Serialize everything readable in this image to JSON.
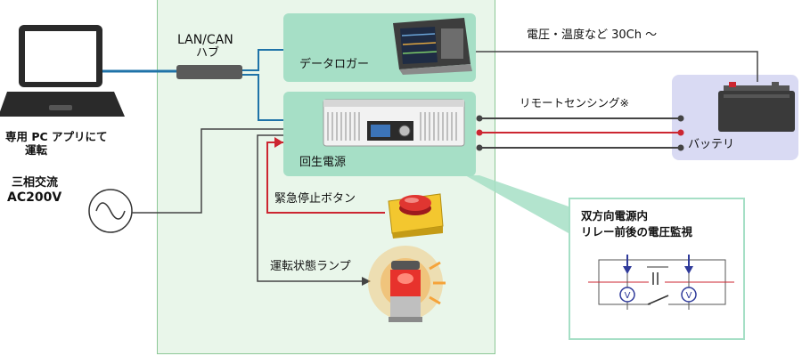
{
  "pc": {
    "label_line1": "専用 PC アプリにて",
    "label_line2": "運転"
  },
  "ac_source": {
    "label_line1": "三相交流",
    "label_line2": "AC200V"
  },
  "hub": {
    "label_line1": "LAN/CAN",
    "label_line2": "ハブ"
  },
  "data_logger": {
    "label": "データロガー"
  },
  "regen_supply": {
    "label": "回生電源"
  },
  "emergency_stop": {
    "label": "緊急停止ボタン"
  },
  "status_lamp": {
    "label": "運転状態ランプ"
  },
  "battery": {
    "label": "バッテリ"
  },
  "voltage_temp_link": {
    "label": "電圧・温度など 30Ch ～"
  },
  "remote_sensing": {
    "label": "リモートセンシング※"
  },
  "callout": {
    "line1": "双方向電源内",
    "line2": "リレー前後の電圧監視"
  },
  "voltmeter": {
    "symbol": "V"
  },
  "colors": {
    "system_box_bg": "#e9f6ea",
    "system_box_border": "#8cc896",
    "device_box_bg": "#a6dfc6",
    "battery_box_bg": "#d9daf3",
    "network_line": "#1f73a8",
    "red_line": "#cc2631",
    "lamp_red": "#e7322c"
  }
}
